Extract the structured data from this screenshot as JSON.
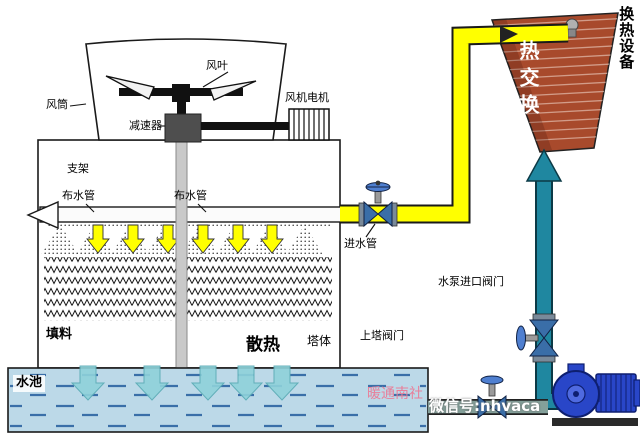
{
  "labels": {
    "fan_blade": "风叶",
    "fan_duct": "风筒",
    "fan_motor": "风机电机",
    "reducer": "减速器",
    "support": "支架",
    "distribution_pipe_left": "布水管",
    "distribution_pipe_right": "布水管",
    "inlet_pipe": "进水管",
    "pump_inlet_valve": "水泵进口阀门",
    "to_tower_valve": "上塔阀门",
    "fill_material": "填料",
    "heat_dissipation": "散热",
    "tower_body": "塔体",
    "water_pool": "水池",
    "heat_exchanger": "热交换",
    "heat_exchange_equipment": "换热设备"
  },
  "watermarks": {
    "brand": "暖通南社",
    "wechat": "微信号:nhvaca"
  },
  "colors": {
    "pipe_yellow": "#ffff00",
    "pipe_teal": "#1f87a0",
    "exchanger_red": "#a84a2c",
    "pool_blue": "#bcd9e8",
    "pump_blue": "#2946c8",
    "valve_blue": "#3a6ea8",
    "arrow_cyan": "#8fd2da"
  }
}
